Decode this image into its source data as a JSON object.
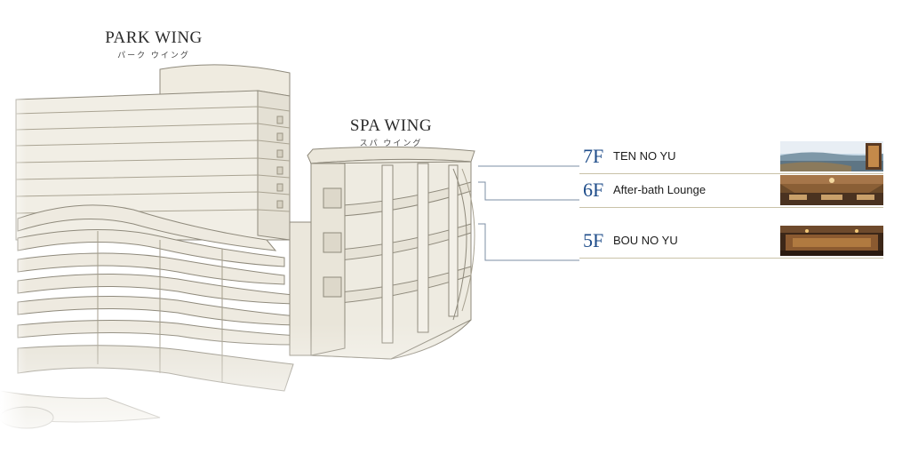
{
  "wings": {
    "park": {
      "name": "PARK WING",
      "name_ja": "パーク ウイング"
    },
    "spa": {
      "name": "SPA WING",
      "name_ja": "スパ ウイング"
    }
  },
  "floors": [
    {
      "number": "7F",
      "name": "TEN NO YU"
    },
    {
      "number": "6F",
      "name": "After-bath Lounge"
    },
    {
      "number": "5F",
      "name": "BOU NO YU"
    }
  ],
  "colors": {
    "floor_number": "#1f4d8a",
    "leader_line": "#7d8fa6",
    "building_fill": "#f0ede3",
    "building_stroke": "#8f8a7c"
  }
}
